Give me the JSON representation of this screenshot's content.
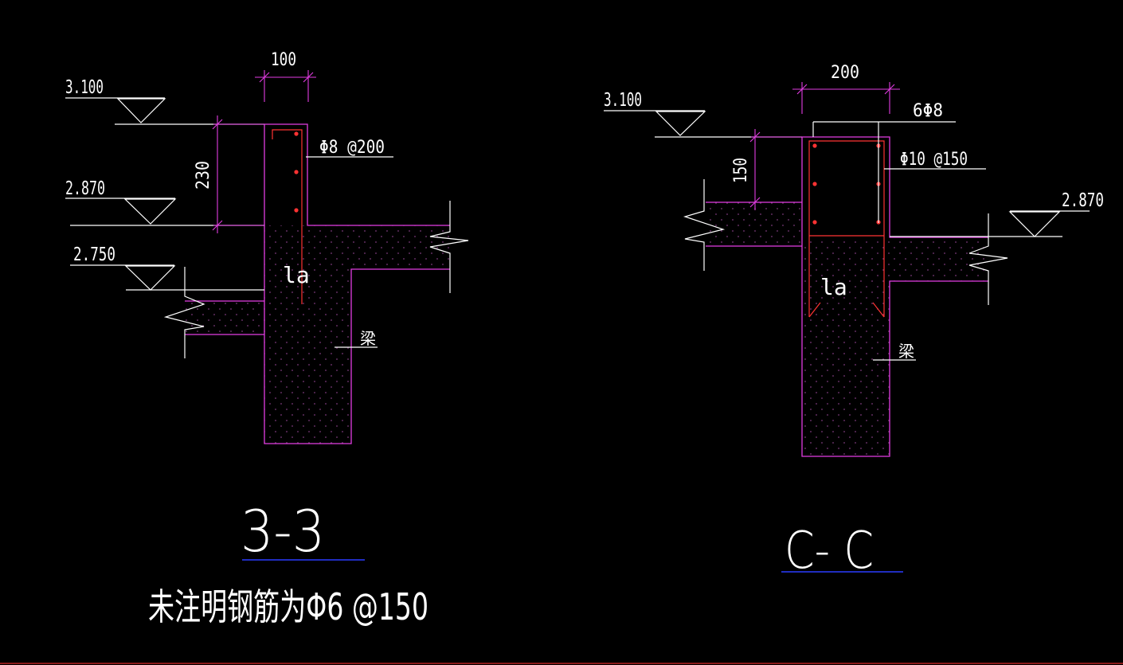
{
  "colors": {
    "background": "#000000",
    "outline": "#e23ce2",
    "rebar": "#ff3333",
    "dimension": "#e23ce2",
    "text": "#ffffff",
    "underline": "#2a3cff",
    "dots": "#7a3a7a"
  },
  "section_33": {
    "title": "3-3",
    "note": "未注明钢筋为Φ6 @150",
    "dim_width": "100",
    "dim_height": "230",
    "rebar_label": "Φ8 @200",
    "anchor_label": "la",
    "beam_label": "梁",
    "levels": [
      "3.100",
      "2.870",
      "2.750"
    ]
  },
  "section_cc": {
    "title": "C- C",
    "dim_width": "200",
    "dim_height": "150",
    "top_bar_label": "6Φ8",
    "stirrup_label": "Φ10 @150",
    "anchor_label": "la",
    "beam_label": "梁",
    "levels": [
      "3.100",
      "2.870"
    ]
  }
}
